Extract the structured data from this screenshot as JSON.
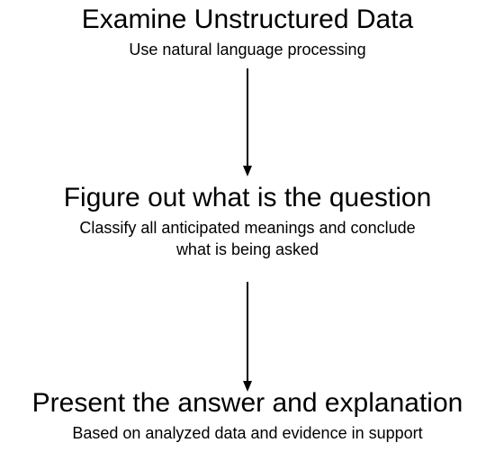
{
  "steps": [
    {
      "title": "Examine Unstructured Data",
      "description": "Use natural language processing"
    },
    {
      "title": "Figure out what is the question",
      "description_lines": [
        "Classify all anticipated meanings and conclude",
        "what is being asked"
      ]
    },
    {
      "title": "Present the answer and explanation",
      "description": "Based on analyzed data and evidence in support"
    }
  ],
  "colors": {
    "text": "#000000",
    "background": "#ffffff",
    "arrow": "#000000"
  }
}
